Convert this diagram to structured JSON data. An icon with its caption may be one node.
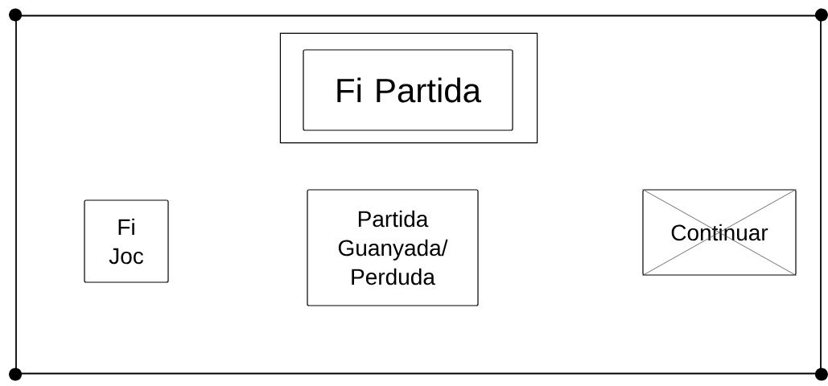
{
  "diagram": {
    "nodes": [
      {
        "text": [],
        "shape": "box"
      },
      {
        "text": [
          "Fi Partida"
        ],
        "in": 0
      },
      {
        "text": [
          "Fi Joc"
        ],
        "in": 0
      },
      {
        "text": [
          "Partida Guanyada/ Perduda"
        ],
        "in": 0
      },
      {
        "text": [
          "Continuar"
        ],
        "in": 0
      }
    ]
  }
}
